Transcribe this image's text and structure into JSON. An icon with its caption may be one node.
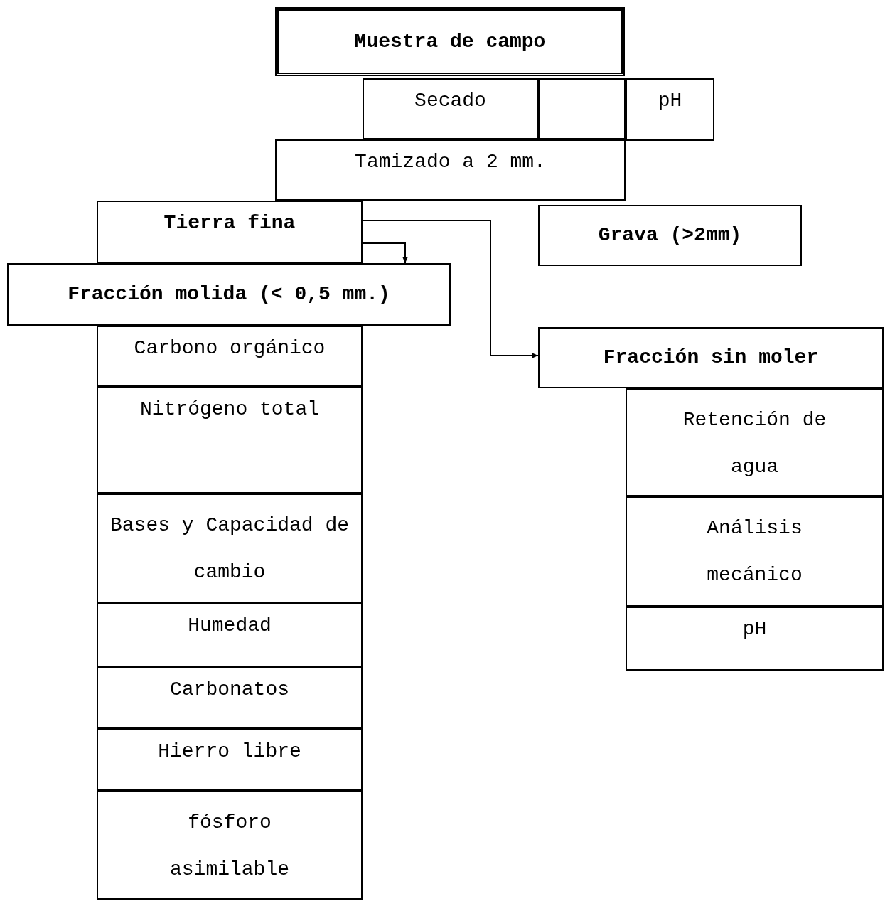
{
  "diagram": {
    "nodes": [
      {
        "text": [
          "Muestra de campo"
        ]
      },
      {
        "text": [
          "Secado"
        ]
      },
      {
        "text": [],
        "shape": "box"
      },
      {
        "text": [
          "pH"
        ]
      },
      {
        "text": [
          "Tamizado a 2 mm."
        ]
      },
      {
        "text": [
          "Tierra fina"
        ]
      },
      {
        "text": [
          "Grava (>2mm)"
        ]
      },
      {
        "text": [
          "Fracción molida (< 0,5 mm.)"
        ]
      },
      {
        "text": [
          "Carbono orgánico"
        ]
      },
      {
        "text": [
          "Nitrógeno total"
        ]
      },
      {
        "text": [
          "Bases y Capacidad de cambio"
        ]
      },
      {
        "text": [
          "Humedad"
        ]
      },
      {
        "text": [
          "Carbonatos"
        ]
      },
      {
        "text": [
          "Hierro libre"
        ]
      },
      {
        "text": [
          "fósforo asimilable"
        ]
      },
      {
        "text": [
          "Fracción sin moler"
        ]
      },
      {
        "text": [
          "Retención de agua"
        ]
      },
      {
        "text": [
          "Análisis mecánico"
        ]
      },
      {
        "text": [
          "pH"
        ]
      }
    ],
    "edges": [
      {
        "from": 5,
        "to": 7,
        "arrow": "to"
      },
      {
        "from": 5,
        "to": 15,
        "arrow": "to"
      }
    ]
  }
}
